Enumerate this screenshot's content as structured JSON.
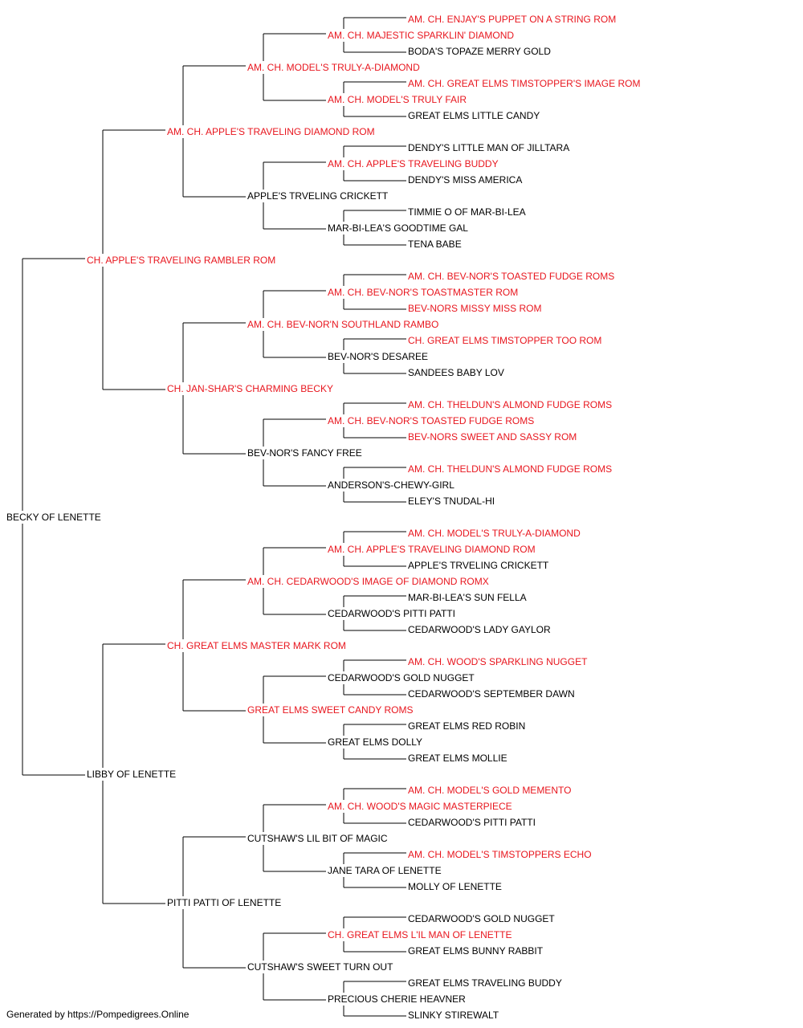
{
  "colors": {
    "champion": "#e8161e",
    "normal": "#000000",
    "line": "#000000"
  },
  "pedigree": {
    "name": "BECKY OF LENETTE",
    "champion": false,
    "sire": {
      "name": "CH. APPLE'S TRAVELING RAMBLER ROM",
      "champion": true,
      "sire": {
        "name": "AM. CH. APPLE'S TRAVELING DIAMOND ROM",
        "champion": true,
        "sire": {
          "name": "AM. CH. MODEL'S TRULY-A-DIAMOND",
          "champion": true,
          "sire": {
            "name": "AM. CH. MAJESTIC SPARKLIN' DIAMOND",
            "champion": true,
            "sire": {
              "name": "AM. CH. ENJAY'S PUPPET ON A STRING ROM",
              "champion": true
            },
            "dam": {
              "name": "BODA'S TOPAZE MERRY GOLD",
              "champion": false
            }
          },
          "dam": {
            "name": "AM. CH. MODEL'S TRULY FAIR",
            "champion": true,
            "sire": {
              "name": "AM. CH. GREAT ELMS TIMSTOPPER'S IMAGE ROM",
              "champion": true
            },
            "dam": {
              "name": "GREAT ELMS LITTLE CANDY",
              "champion": false
            }
          }
        },
        "dam": {
          "name": "APPLE'S TRVELING CRICKETT",
          "champion": false,
          "sire": {
            "name": "AM. CH. APPLE'S TRAVELING BUDDY",
            "champion": true,
            "sire": {
              "name": "DENDY'S LITTLE MAN OF JILLTARA",
              "champion": false
            },
            "dam": {
              "name": "DENDY'S MISS AMERICA",
              "champion": false
            }
          },
          "dam": {
            "name": "MAR-BI-LEA'S GOODTIME GAL",
            "champion": false,
            "sire": {
              "name": "TIMMIE O OF MAR-BI-LEA",
              "champion": false
            },
            "dam": {
              "name": "TENA BABE",
              "champion": false
            }
          }
        }
      },
      "dam": {
        "name": "CH. JAN-SHAR'S CHARMING BECKY",
        "champion": true,
        "sire": {
          "name": "AM. CH. BEV-NOR'N SOUTHLAND RAMBO",
          "champion": true,
          "sire": {
            "name": "AM. CH. BEV-NOR'S TOASTMASTER ROM",
            "champion": true,
            "sire": {
              "name": "AM. CH. BEV-NOR'S TOASTED FUDGE ROMS",
              "champion": true
            },
            "dam": {
              "name": "BEV-NORS MISSY MISS ROM",
              "champion": true
            }
          },
          "dam": {
            "name": "BEV-NOR'S DESAREE",
            "champion": false,
            "sire": {
              "name": "CH. GREAT ELMS TIMSTOPPER TOO ROM",
              "champion": true
            },
            "dam": {
              "name": "SANDEES BABY LOV",
              "champion": false
            }
          }
        },
        "dam": {
          "name": "BEV-NOR'S FANCY FREE",
          "champion": false,
          "sire": {
            "name": "AM. CH. BEV-NOR'S TOASTED FUDGE ROMS",
            "champion": true,
            "sire": {
              "name": "AM. CH. THELDUN'S ALMOND FUDGE ROMS",
              "champion": true
            },
            "dam": {
              "name": "BEV-NORS SWEET AND SASSY ROM",
              "champion": true
            }
          },
          "dam": {
            "name": "ANDERSON'S-CHEWY-GIRL",
            "champion": false,
            "sire": {
              "name": "AM. CH. THELDUN'S ALMOND FUDGE ROMS",
              "champion": true
            },
            "dam": {
              "name": "ELEY'S TNUDAL-HI",
              "champion": false
            }
          }
        }
      }
    },
    "dam": {
      "name": "LIBBY OF LENETTE",
      "champion": false,
      "sire": {
        "name": "CH. GREAT ELMS MASTER MARK ROM",
        "champion": true,
        "sire": {
          "name": "AM. CH. CEDARWOOD'S IMAGE OF DIAMOND ROMX",
          "champion": true,
          "sire": {
            "name": "AM. CH. APPLE'S TRAVELING DIAMOND ROM",
            "champion": true,
            "sire": {
              "name": "AM. CH. MODEL'S TRULY-A-DIAMOND",
              "champion": true
            },
            "dam": {
              "name": "APPLE'S TRVELING CRICKETT",
              "champion": false
            }
          },
          "dam": {
            "name": "CEDARWOOD'S PITTI PATTI",
            "champion": false,
            "sire": {
              "name": "MAR-BI-LEA'S SUN FELLA",
              "champion": false
            },
            "dam": {
              "name": "CEDARWOOD'S LADY GAYLOR",
              "champion": false
            }
          }
        },
        "dam": {
          "name": "GREAT ELMS SWEET CANDY ROMS",
          "champion": true,
          "sire": {
            "name": "CEDARWOOD'S GOLD NUGGET",
            "champion": false,
            "sire": {
              "name": "AM. CH. WOOD'S SPARKLING NUGGET",
              "champion": true
            },
            "dam": {
              "name": "CEDARWOOD'S SEPTEMBER DAWN",
              "champion": false
            }
          },
          "dam": {
            "name": "GREAT ELMS DOLLY",
            "champion": false,
            "sire": {
              "name": "GREAT ELMS RED ROBIN",
              "champion": false
            },
            "dam": {
              "name": "GREAT ELMS MOLLIE",
              "champion": false
            }
          }
        }
      },
      "dam": {
        "name": "PITTI PATTI OF LENETTE",
        "champion": false,
        "sire": {
          "name": "CUTSHAW'S LIL BIT OF MAGIC",
          "champion": false,
          "sire": {
            "name": "AM. CH. WOOD'S MAGIC MASTERPIECE",
            "champion": true,
            "sire": {
              "name": "AM. CH. MODEL'S GOLD MEMENTO",
              "champion": true
            },
            "dam": {
              "name": "CEDARWOOD'S PITTI PATTI",
              "champion": false
            }
          },
          "dam": {
            "name": "JANE TARA OF LENETTE",
            "champion": false,
            "sire": {
              "name": "AM. CH. MODEL'S TIMSTOPPERS ECHO",
              "champion": true
            },
            "dam": {
              "name": "MOLLY OF LENETTE",
              "champion": false
            }
          }
        },
        "dam": {
          "name": "CUTSHAW'S SWEET TURN OUT",
          "champion": false,
          "sire": {
            "name": "CH. GREAT ELMS L'IL MAN OF LENETTE",
            "champion": true,
            "sire": {
              "name": "CEDARWOOD'S GOLD NUGGET",
              "champion": false
            },
            "dam": {
              "name": "GREAT ELMS BUNNY RABBIT",
              "champion": false
            }
          },
          "dam": {
            "name": "PRECIOUS CHERIE HEAVNER",
            "champion": false,
            "sire": {
              "name": "GREAT ELMS TRAVELING BUDDY",
              "champion": false
            },
            "dam": {
              "name": "SLINKY STIREWALT",
              "champion": false
            }
          }
        }
      }
    }
  },
  "footer": {
    "text": "Generated by https://Pompedigrees.Online"
  }
}
